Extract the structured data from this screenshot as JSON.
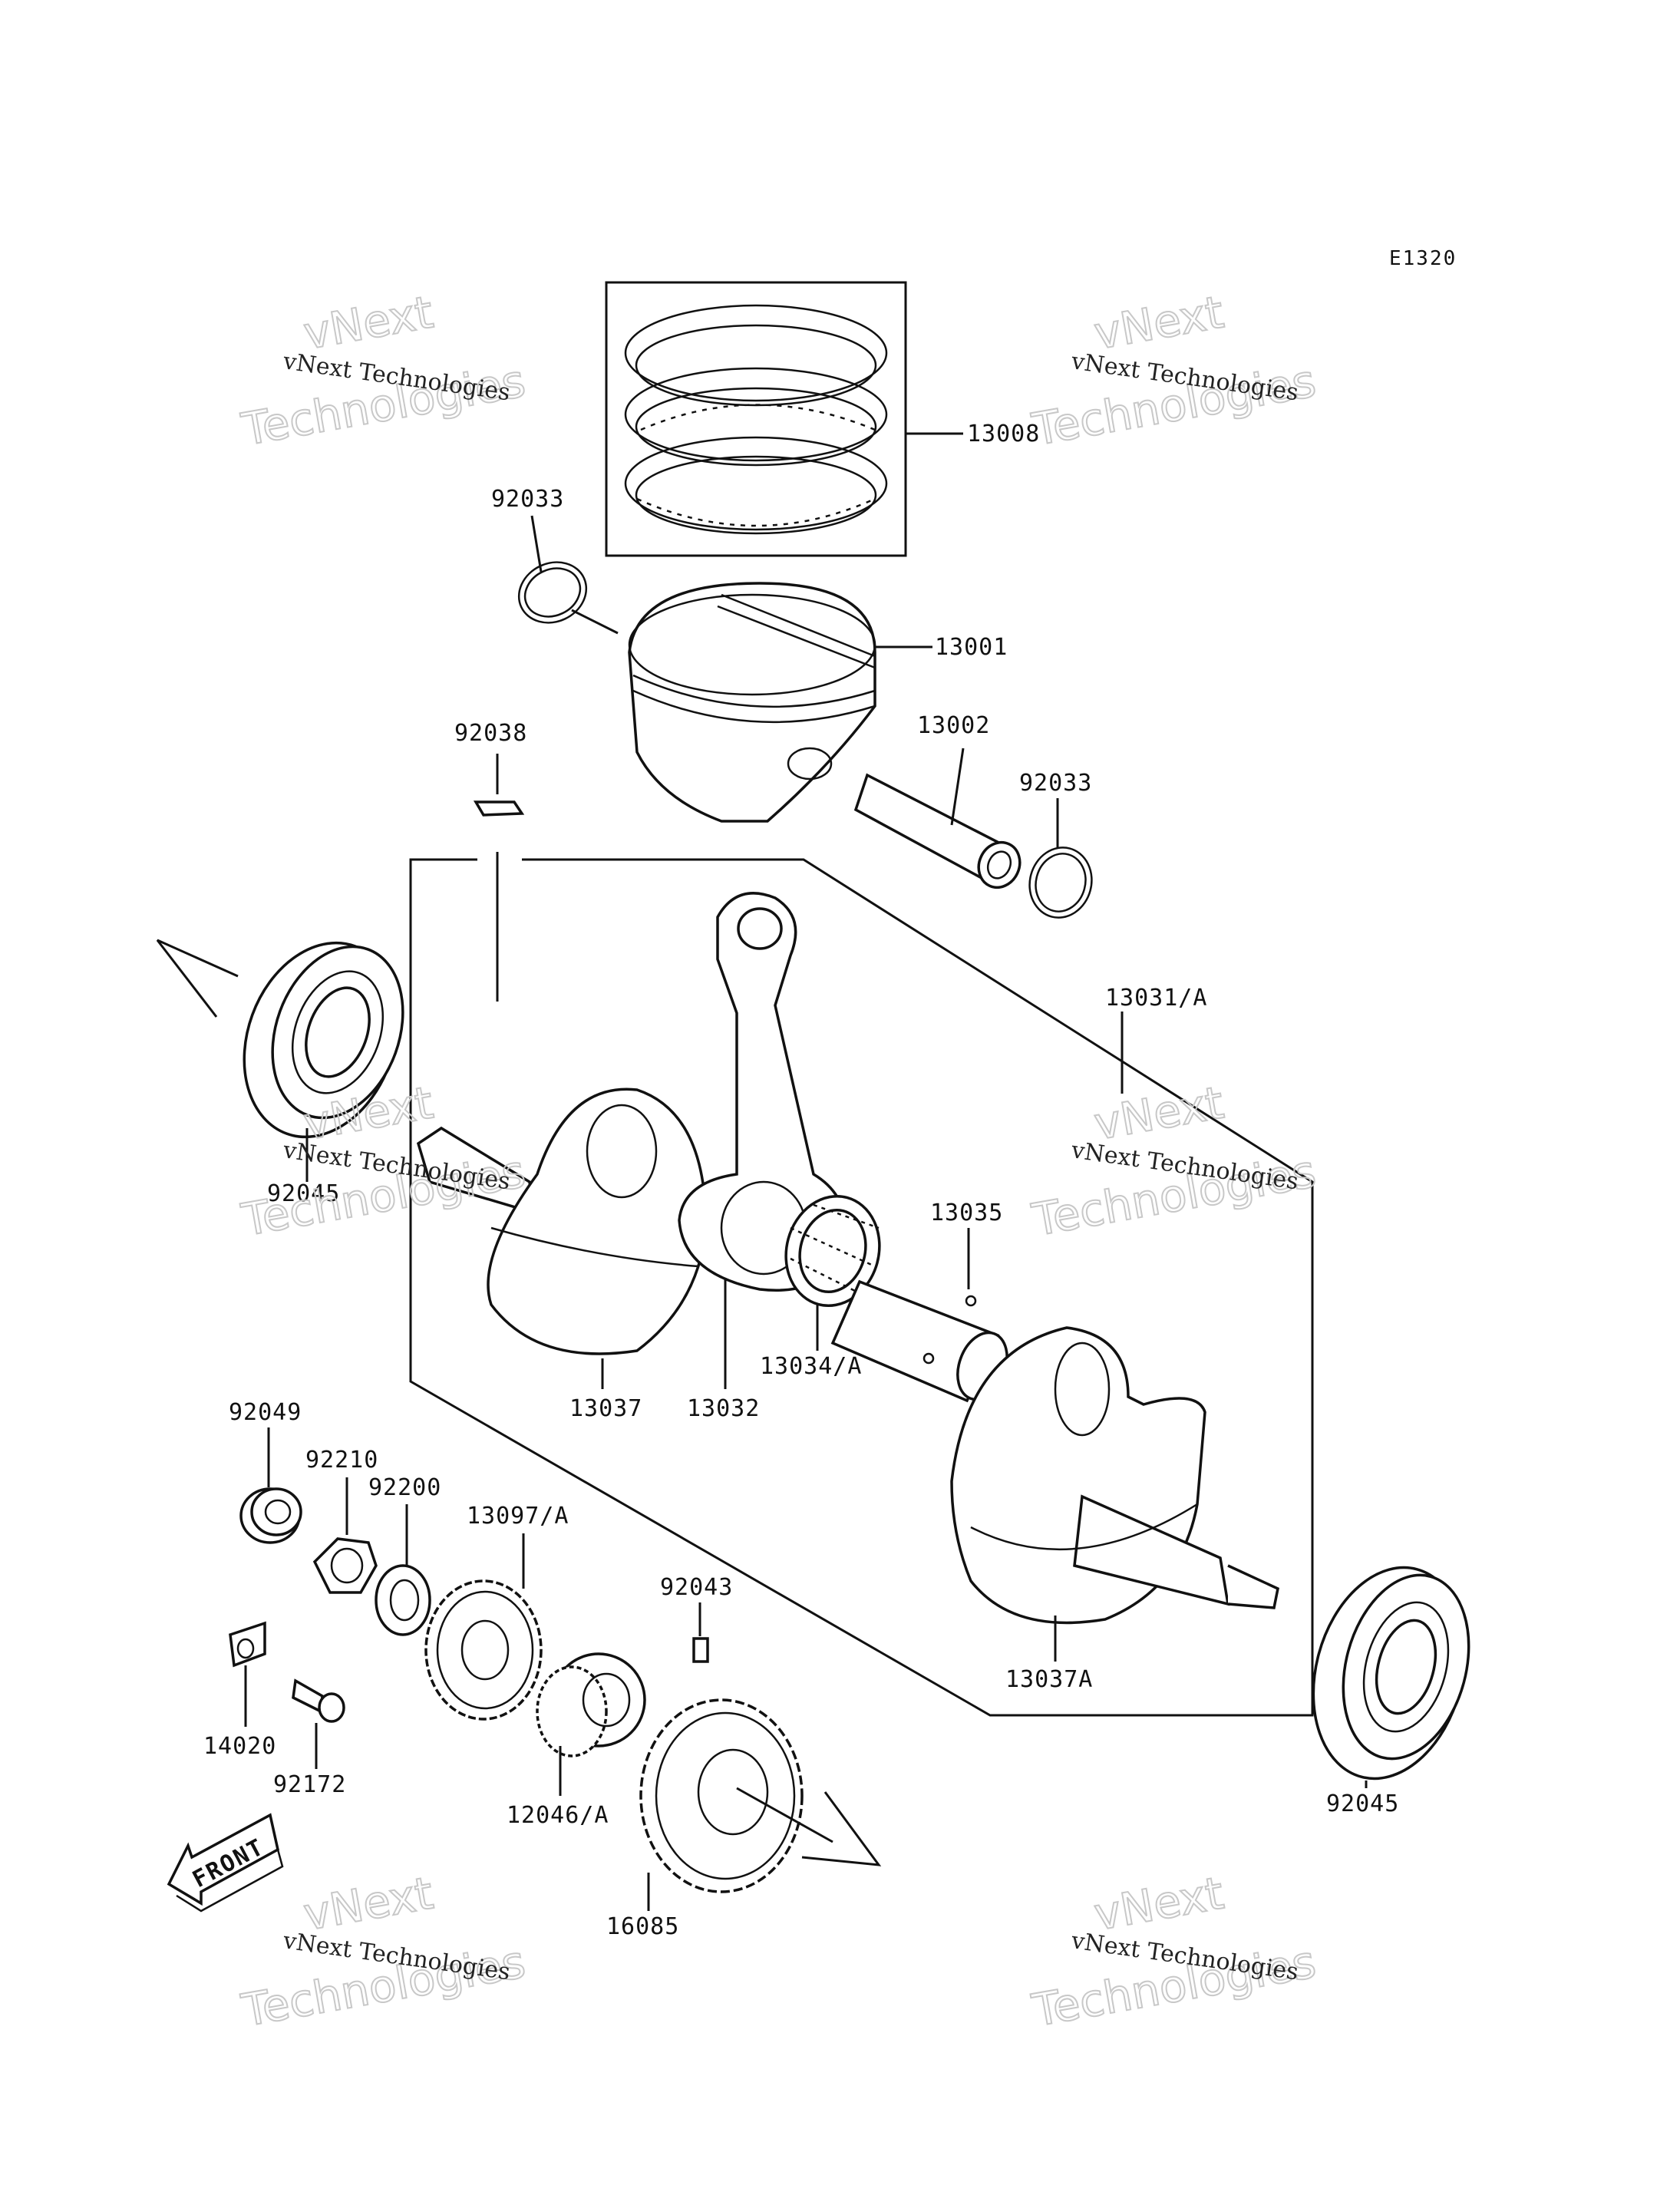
{
  "diagram_code": "E1320",
  "front_label": "FRONT",
  "watermark": {
    "small": "vNext Technologies",
    "line1": "vNext",
    "line2": "Technologies"
  },
  "parts": {
    "p13008": "13008",
    "p92033_top": "92033",
    "p13001": "13001",
    "p92038": "92038",
    "p13002": "13002",
    "p92033_pin": "92033",
    "p13031": "13031/A",
    "p92045_left": "92045",
    "p13035": "13035",
    "p13034": "13034/A",
    "p13037": "13037",
    "p13032": "13032",
    "p92049": "92049",
    "p92210": "92210",
    "p92200": "92200",
    "p13097": "13097/A",
    "p92043": "92043",
    "p13037A": "13037A",
    "p14020": "14020",
    "p92172": "92172",
    "p12046": "12046/A",
    "p16085": "16085",
    "p92045_right": "92045"
  }
}
